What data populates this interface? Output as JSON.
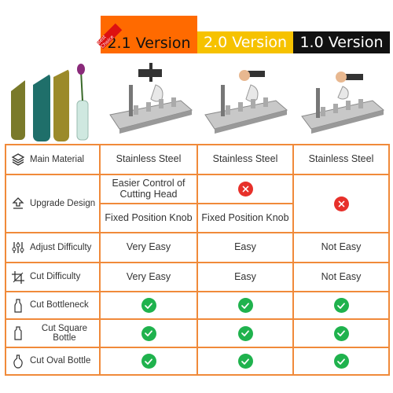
{
  "columns": [
    {
      "label": "2.1 Version",
      "badge": "Best Choice",
      "color": "#ff6a00"
    },
    {
      "label": "2.0 Version",
      "color": "#f6c200"
    },
    {
      "label": "1.0 Version",
      "color": "#111111"
    }
  ],
  "rows": {
    "material": {
      "label": "Main Material",
      "icon": "layers-icon",
      "v21": "Stainless Steel",
      "v20": "Stainless Steel",
      "v10": "Stainless Steel"
    },
    "upgrade": {
      "label": "Upgrade Design",
      "icon": "upgrade-icon",
      "v21_a": "Easier Control of Cutting Head",
      "v21_b": "Fixed Position Knob",
      "v20_b": "Fixed Position Knob",
      "v20_a": "no",
      "v10": "no"
    },
    "adjust": {
      "label": "Adjust Difficulty",
      "icon": "sliders-icon",
      "v21": "Very Easy",
      "v20": "Easy",
      "v10": "Not Easy"
    },
    "cut": {
      "label": "Cut Difficulty",
      "icon": "crop-icon",
      "v21": "Very Easy",
      "v20": "Easy",
      "v10": "Not Easy"
    },
    "bottleneck": {
      "label": "Cut Bottleneck",
      "icon": "bottle-icon",
      "v21": "yes",
      "v20": "yes",
      "v10": "yes"
    },
    "square": {
      "label": "Cut Square Bottle",
      "icon": "square-bottle-icon",
      "v21": "yes",
      "v20": "yes",
      "v10": "yes"
    },
    "oval": {
      "label": "Cut Oval Bottle",
      "icon": "oval-bottle-icon",
      "v21": "yes",
      "v20": "yes",
      "v10": "yes"
    }
  },
  "colors": {
    "grid": "#f08a3a",
    "check": "#1fb24d",
    "cross": "#e7302a"
  }
}
